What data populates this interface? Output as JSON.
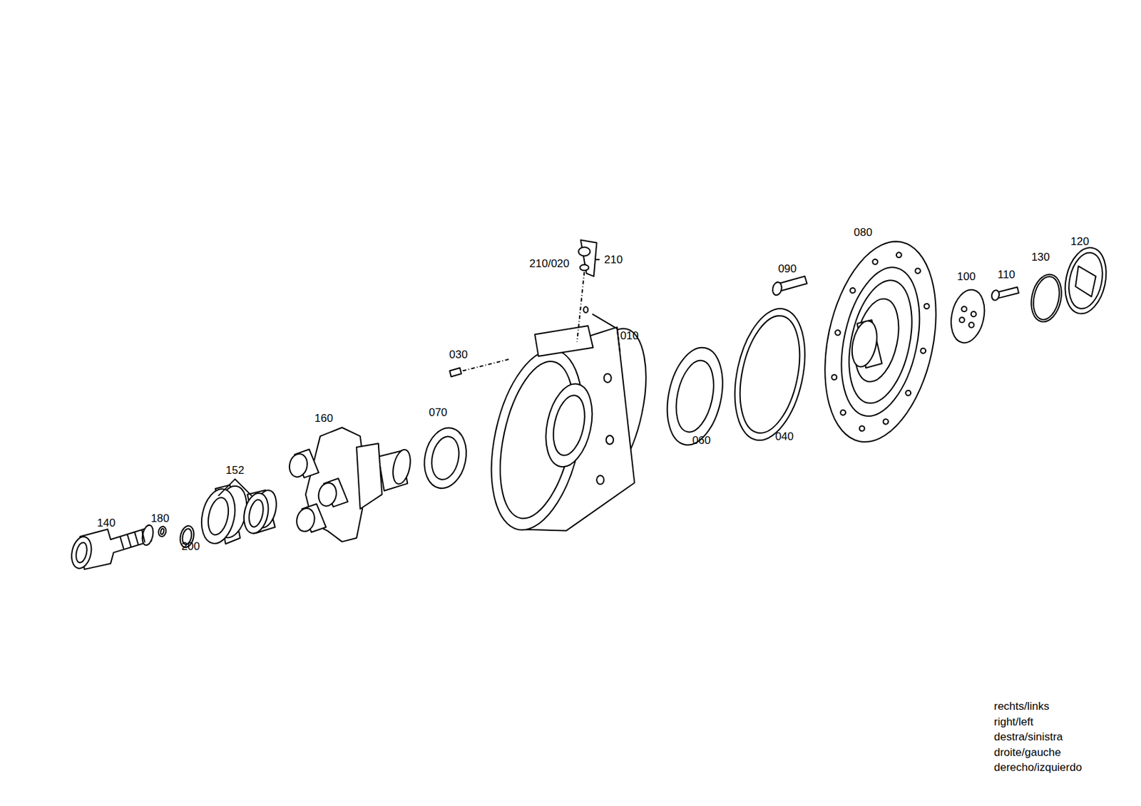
{
  "diagram": {
    "labels": [
      "210/020",
      "210",
      "010",
      "030",
      "160",
      "070",
      "060",
      "040",
      "080",
      "090",
      "100",
      "110",
      "130",
      "120",
      "152",
      "140",
      "180",
      "200",
      "rechts/links",
      "right/left",
      "destra/sinistra",
      "droite/gauche",
      "derecho/izquierdo"
    ]
  }
}
